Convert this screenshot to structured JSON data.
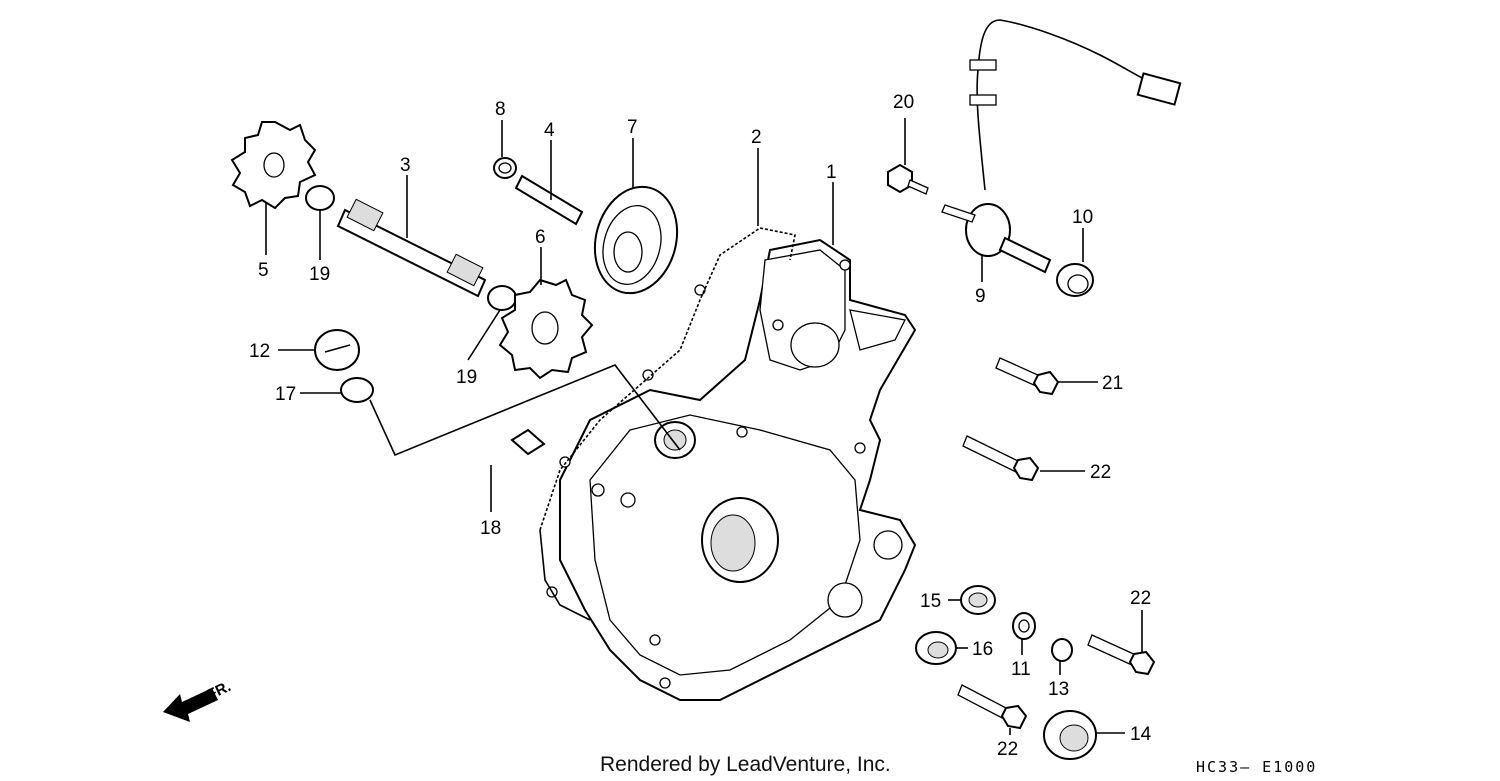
{
  "diagram": {
    "footer_text": "Rendered by LeadVenture, Inc.",
    "diagram_code": "HC33– E1000",
    "direction_label": "FR.",
    "part_labels": [
      "1",
      "2",
      "3",
      "4",
      "5",
      "6",
      "7",
      "8",
      "9",
      "10",
      "11",
      "12",
      "13",
      "14",
      "15",
      "16",
      "17",
      "18",
      "19",
      "19",
      "20",
      "21",
      "22",
      "22",
      "22"
    ]
  }
}
